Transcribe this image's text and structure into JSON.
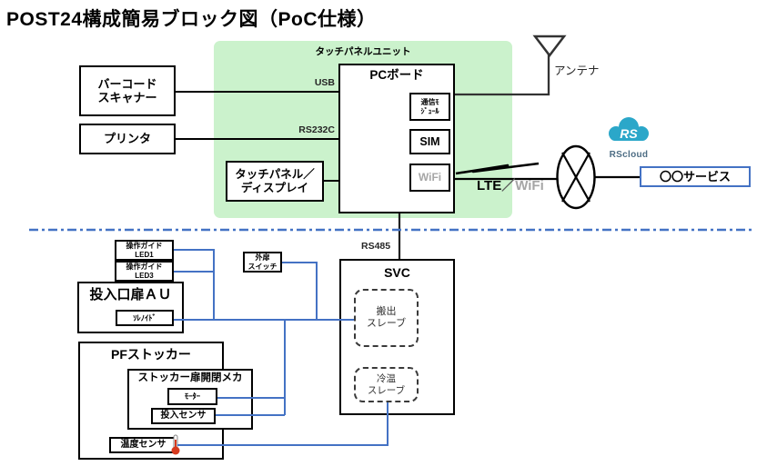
{
  "title": "POST24構成簡易ブロック図（PoC仕様）",
  "panel": {
    "label": "タッチパネルユニット"
  },
  "nodes": {
    "barcode_scanner": "バーコード\nスキャナー",
    "printer": "プリンタ",
    "touch_panel_display": "タッチパネル／\nディスプレイ",
    "pc_board": "PCボード",
    "comm_module": "通信ﾓ\nｼﾞｭｰﾙ",
    "sim": "SIM",
    "wifi": "WiFi",
    "svc": "SVC",
    "carry_out_slave": "搬出\nスレーブ",
    "cool_warm_slave": "冷温\nスレーブ",
    "guide_led1": "操作ガイド\nLED1",
    "guide_led3": "操作ガイド\nLED3",
    "inlet_door_au": "投入口扉ＡＵ",
    "solenoid": "ｿﾚﾉｲﾄﾞ",
    "outer_door_switch": "外扉\nスイッチ",
    "pf_stocker": "PFストッカー",
    "stocker_door_mech": "ストッカー扉開閉メカ",
    "motor": "ﾓｰﾀｰ",
    "inlet_sensor": "投入センサ",
    "temp_sensor": "温度センサ",
    "service": "〇〇サービス"
  },
  "labels": {
    "usb": "USB",
    "rs232c": "RS232C",
    "rs485": "RS485",
    "antenna": "アンテナ",
    "lte": "LTE",
    "slash": "／",
    "wifi": "WiFi"
  },
  "cloud_logo": {
    "monogram": "RS",
    "caption": "RScloud"
  },
  "icons": {
    "antenna": "triangle-antenna",
    "network_node": "circle-x",
    "thermometer": "thermometer-red",
    "cloud": "cloud-teal",
    "wireless_squiggle": "zigzag-wave"
  },
  "colors": {
    "panel_green": "#cbf2cc",
    "connector_blue": "#4472C4",
    "line_black": "#000000",
    "wifi_gray": "#a6a6a6",
    "cloud_teal": "#2BA7C9",
    "service_border_blue": "#4472C4"
  }
}
